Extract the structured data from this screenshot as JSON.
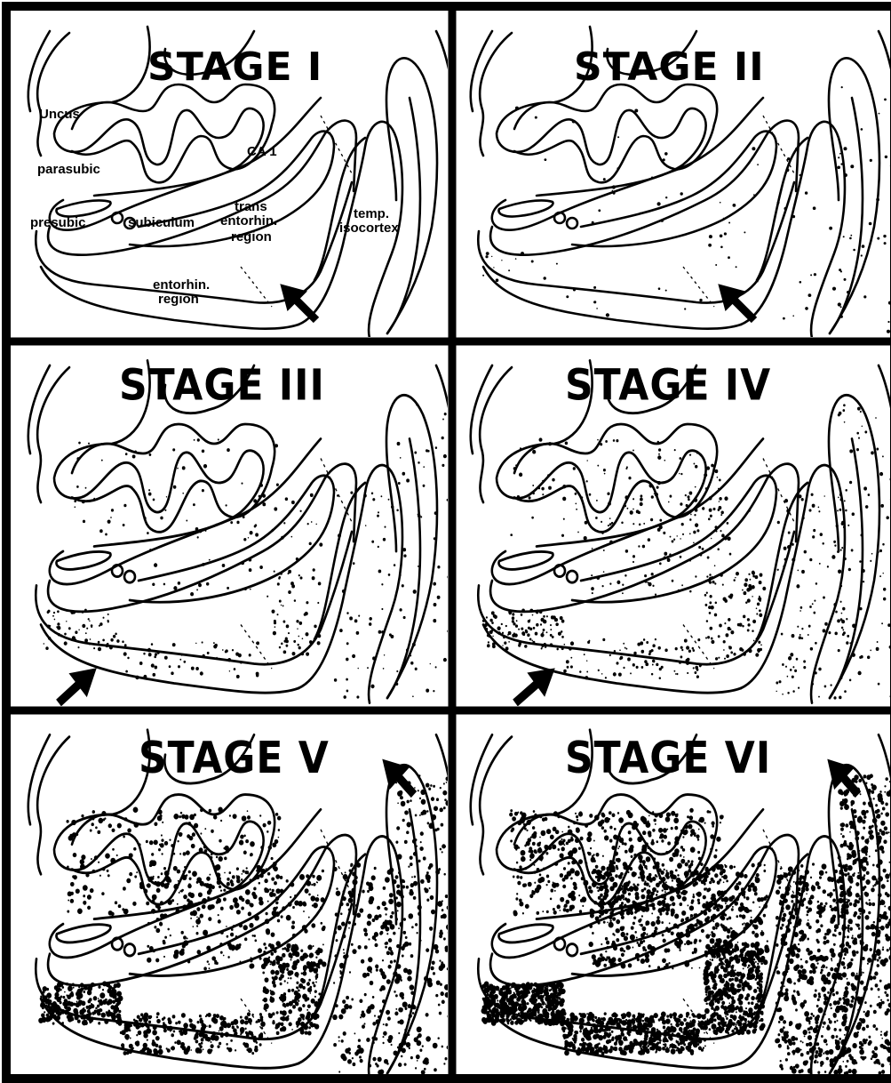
{
  "panels": [
    {
      "id": 1,
      "title": "STAGE I",
      "density": 0
    },
    {
      "id": 2,
      "title": "STAGE II",
      "density": 1
    },
    {
      "id": 3,
      "title": "STAGE III",
      "density": 2
    },
    {
      "id": 4,
      "title": "STAGE IV",
      "density": 3
    },
    {
      "id": 5,
      "title": "STAGE V",
      "density": 4
    },
    {
      "id": 6,
      "title": "STAGE VI",
      "density": 5
    }
  ],
  "labels": {
    "uncus": "Uncus",
    "ca1": "CA 1",
    "parasubic": "parasubic",
    "presubic": "presubic",
    "subiculum": "subiculum",
    "trans_1": "trans",
    "trans_2": "entorhin.",
    "trans_3": "region",
    "temp_1": "temp.",
    "temp_2": "isocortex",
    "ent_1": "entorhin.",
    "ent_2": "region"
  },
  "colors": {
    "ink": "#000000",
    "paper": "#ffffff"
  }
}
